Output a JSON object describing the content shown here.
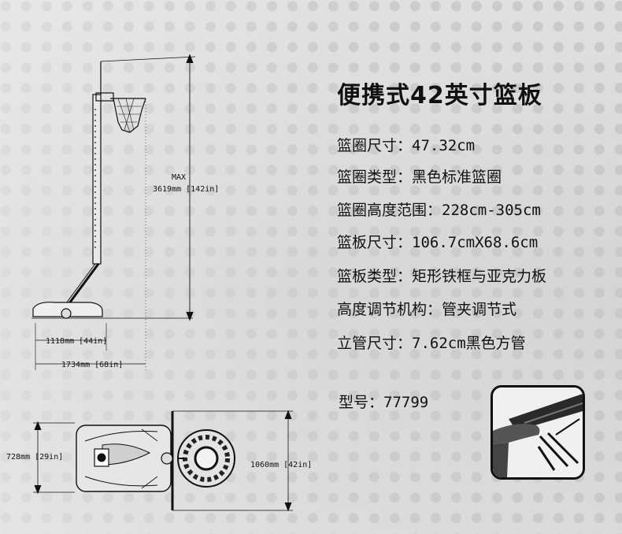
{
  "title": "便携式42英寸篮板",
  "specs": [
    {
      "label": "篮圈尺寸",
      "value": "47.32cm"
    },
    {
      "label": "篮圈类型",
      "value": "黑色标准篮圈"
    },
    {
      "label": "篮圈高度范围",
      "value": "228cm-305cm"
    },
    {
      "label": "篮板尺寸",
      "value": "106.7cmX68.6cm"
    },
    {
      "label": "篮板类型",
      "value": "矩形铁框与亚克力板"
    },
    {
      "label": "高度调节机构",
      "value": "管夹调节式"
    },
    {
      "label": "立管尺寸",
      "value": "7.62cm黑色方管"
    }
  ],
  "model": {
    "label": "型号",
    "value": "77799"
  },
  "dimensions": {
    "height_label": "MAX",
    "height_value": "3619mm [142in]",
    "base_depth": "1118mm [44in]",
    "total_depth": "1734mm [68in]",
    "base_width": "728mm [29in]",
    "backboard_width": "1060mm [42in]"
  },
  "colors": {
    "ink": "#111111",
    "background": "#d9d9d9"
  }
}
